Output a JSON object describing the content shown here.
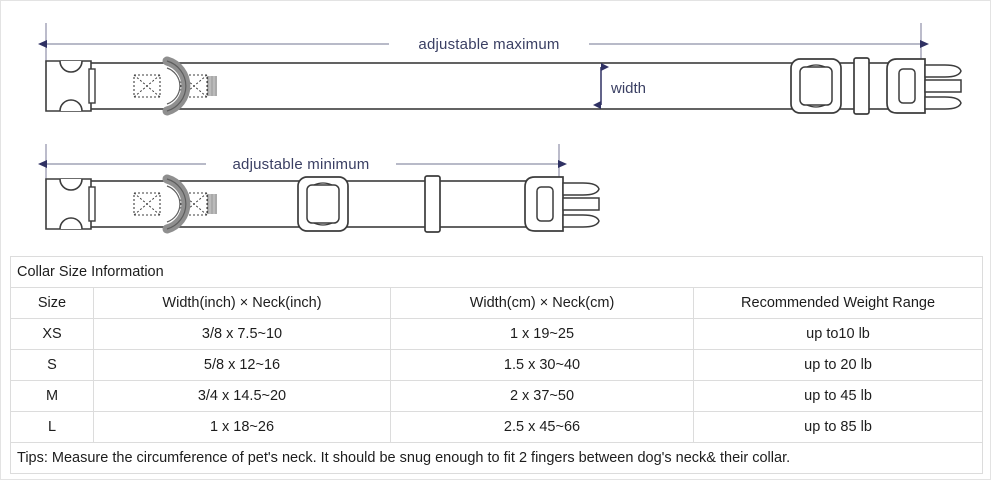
{
  "diagram": {
    "max_label": "adjustable maximum",
    "min_label": "adjustable minimum",
    "width_label": "width",
    "arrow_color": "#2f3163",
    "line_color": "#8e90a8",
    "outline_color": "#3c3c3c",
    "hardware_color": "#9a9a9a",
    "parts": {
      "female_buckle": "female-side-release-buckle",
      "male_buckle": "male-side-release-buckle",
      "d_ring": "d-ring",
      "slider": "tri-glide-slider",
      "keeper": "keeper-loop",
      "stitch_box": "box-x-stitch",
      "webbing": "nylon-webbing-strap"
    }
  },
  "table": {
    "caption": "Collar Size Information",
    "columns": [
      "Size",
      "Width(inch)  ×  Neck(inch)",
      "Width(cm)  ×  Neck(cm)",
      "Recommended Weight Range"
    ],
    "rows": [
      {
        "size": "XS",
        "inch": "3/8 x 7.5~10",
        "cm": "1 x 19~25",
        "weight": "up to10 lb"
      },
      {
        "size": "S",
        "inch": "5/8 x 12~16",
        "cm": "1.5 x 30~40",
        "weight": "up to 20 lb"
      },
      {
        "size": "M",
        "inch": "3/4 x 14.5~20",
        "cm": "2 x 37~50",
        "weight": "up to 45 lb"
      },
      {
        "size": "L",
        "inch": "1 x 18~26",
        "cm": "2.5 x 45~66",
        "weight": "up to 85 lb"
      }
    ],
    "tips": "Tips: Measure the circumference of pet's neck. It should be snug enough to fit 2 fingers between dog's neck& their collar."
  }
}
